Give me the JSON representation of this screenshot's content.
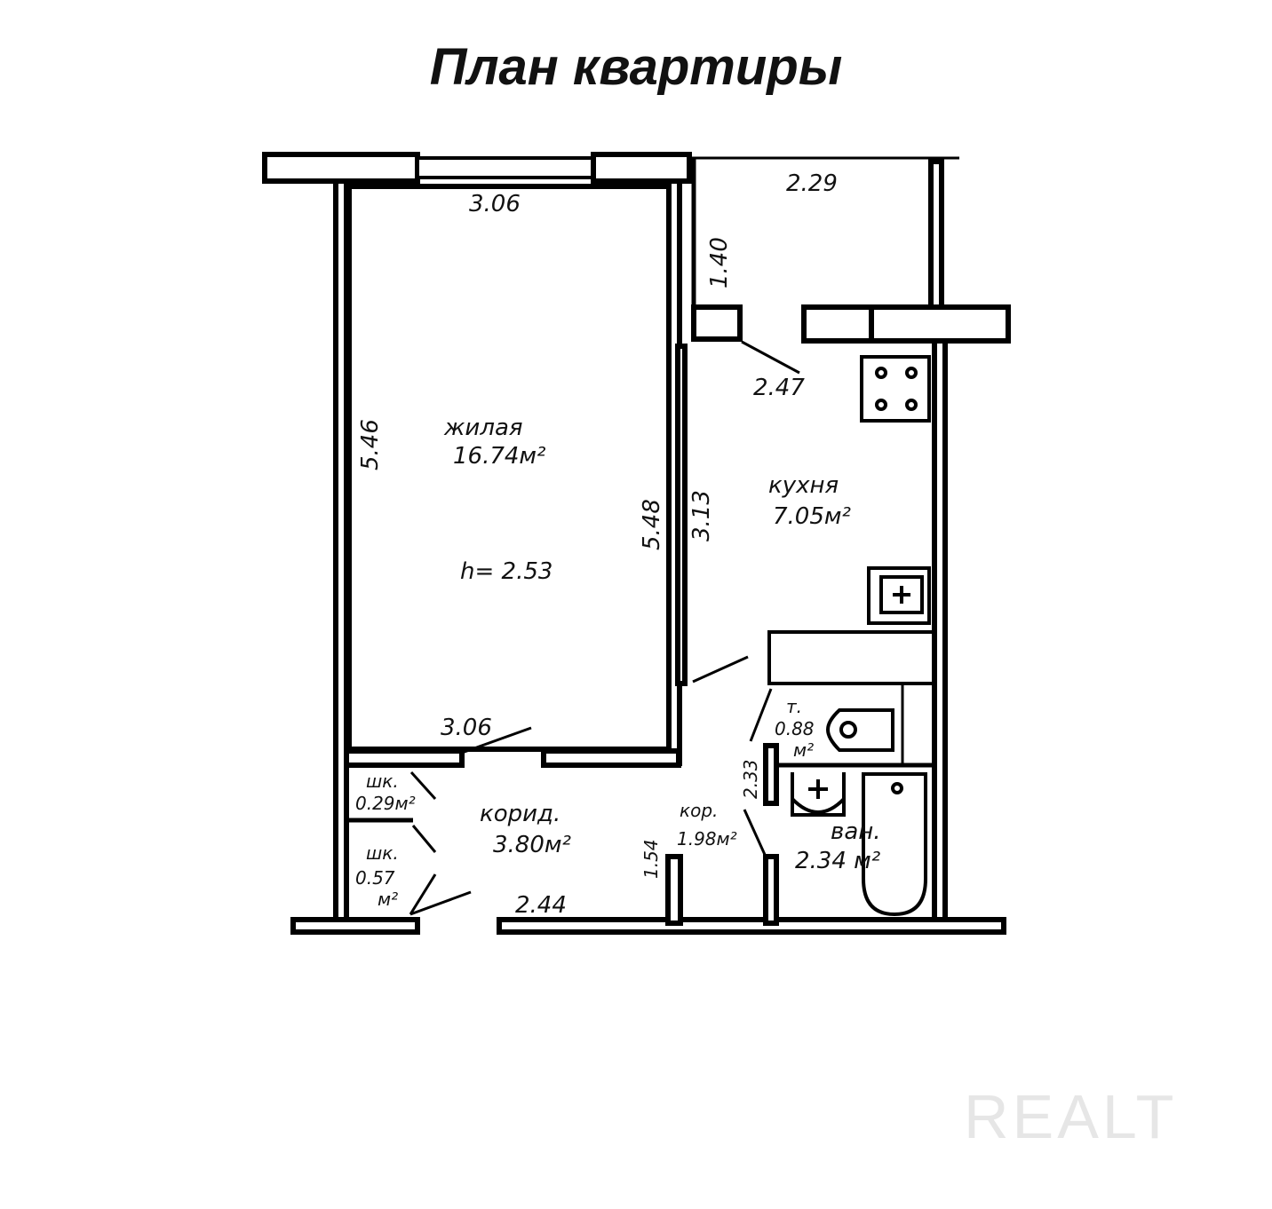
{
  "title": "План квартиры",
  "watermark": "REALT",
  "rooms": {
    "living": {
      "name": "жилая",
      "area": "16.74м²",
      "height": "h= 2.53"
    },
    "kitchen": {
      "name": "кухня",
      "area": "7.05м²"
    },
    "corridor": {
      "name": "корид.",
      "area": "3.80м²"
    },
    "closet1": {
      "name": "шк.",
      "area": "0.29м²"
    },
    "closet2": {
      "name": "шк.",
      "area": "0.57",
      "unit": "м²"
    },
    "hall": {
      "name": "кор.",
      "area": "1.98м²"
    },
    "toilet": {
      "name": "т.",
      "area": "0.88",
      "unit": "м²"
    },
    "bath": {
      "name": "ван.",
      "area": "2.34 м²"
    }
  },
  "dimensions": {
    "living_top": "3.06",
    "living_bottom": "3.06",
    "living_left": "5.46",
    "living_right": "5.48",
    "balcony_width": "2.29",
    "balcony_depth": "1.40",
    "kitchen_width": "2.47",
    "kitchen_length": "3.13",
    "hall_length": "2.33",
    "corridor_side": "1.54",
    "corridor_width": "2.44"
  }
}
